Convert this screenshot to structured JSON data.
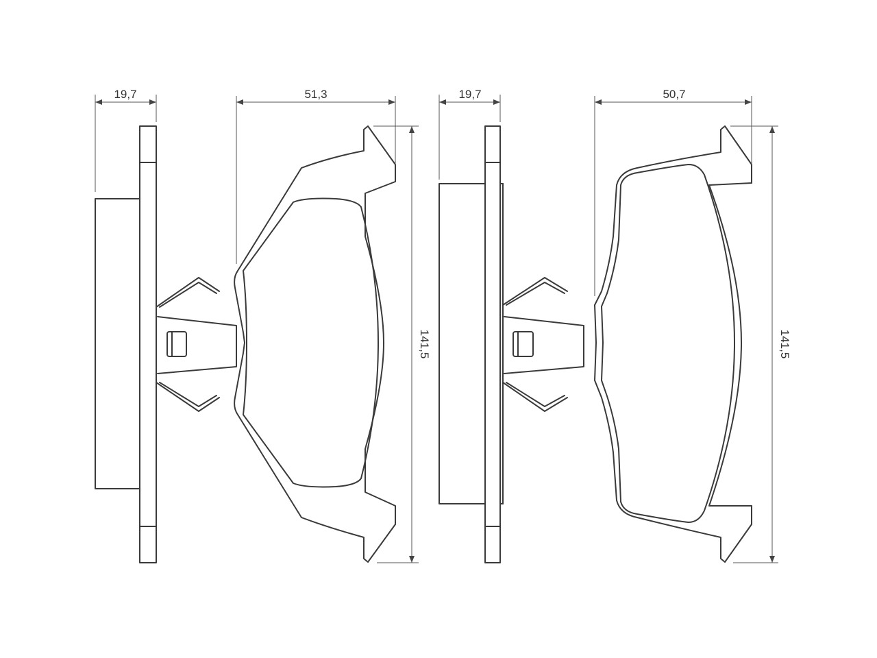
{
  "colors": {
    "line": "#3a3a3a",
    "dimension": "#555555",
    "background": "#ffffff"
  },
  "left_pad": {
    "side_thickness_label": "19,7",
    "width_label": "51,3",
    "height_label": "141,5"
  },
  "right_pad": {
    "side_thickness_label": "19,7",
    "width_label": "50,7",
    "height_label": "141,5"
  }
}
